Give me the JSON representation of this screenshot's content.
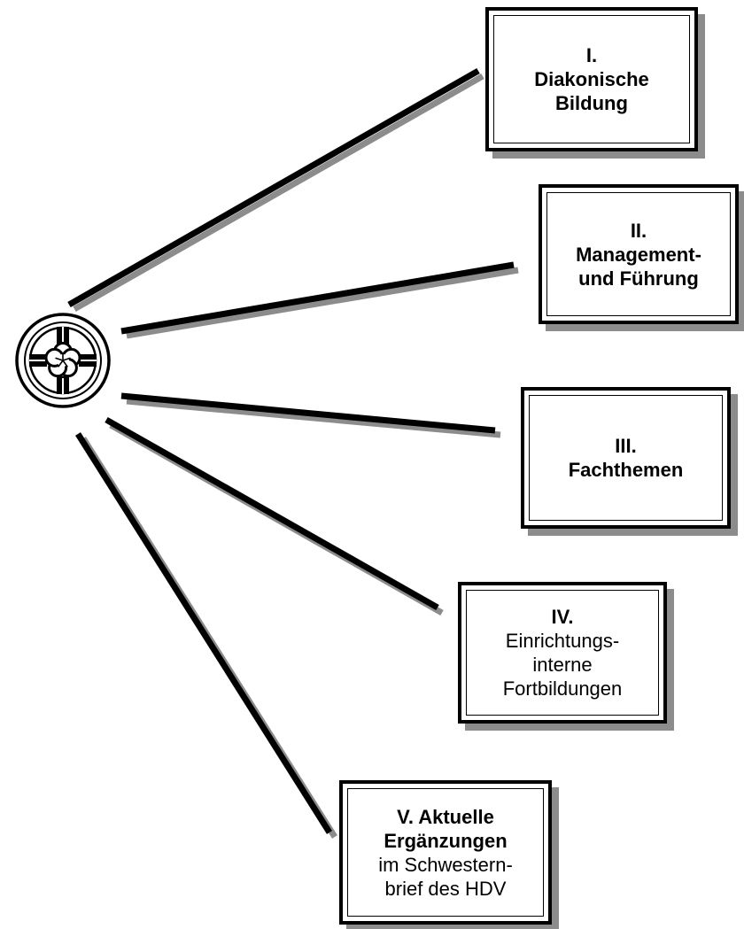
{
  "boxes": [
    {
      "lines": [
        {
          "text": "I.",
          "bold": true
        },
        {
          "text": "Diakonische",
          "bold": true
        },
        {
          "text": "Bildung",
          "bold": true
        }
      ]
    },
    {
      "lines": [
        {
          "text": "II.",
          "bold": true
        },
        {
          "text": "Management-",
          "bold": true
        },
        {
          "text": "und Führung",
          "bold": true
        }
      ]
    },
    {
      "lines": [
        {
          "text": "III.",
          "bold": true
        },
        {
          "text": "Fachthemen",
          "bold": true
        }
      ]
    },
    {
      "lines": [
        {
          "text": "IV.",
          "bold": true
        },
        {
          "text": "Einrichtungs-",
          "bold": false
        },
        {
          "text": "interne",
          "bold": false
        },
        {
          "text": "Fortbildungen",
          "bold": false
        }
      ]
    },
    {
      "lines": [
        {
          "text": "V. Aktuelle",
          "bold": true
        },
        {
          "text": "Ergänzungen",
          "bold": true
        },
        {
          "text": "im Schwestern-",
          "bold": false
        },
        {
          "text": "brief des HDV",
          "bold": false
        }
      ]
    }
  ],
  "colors": {
    "line": "#000000",
    "shadow": "#8c8c8c",
    "border": "#000000"
  },
  "icons": {
    "hub": "diakonie-cross-logo-icon"
  }
}
